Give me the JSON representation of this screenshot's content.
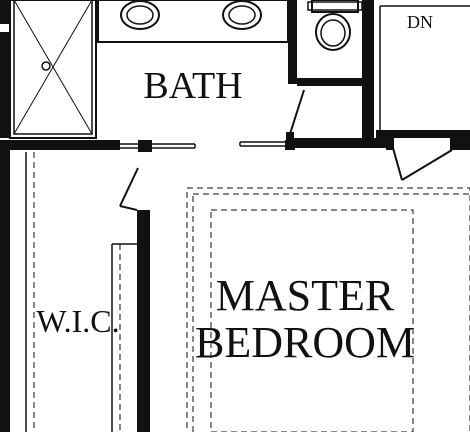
{
  "rooms": {
    "bath": "BATH",
    "wic": "W.I.C.",
    "master_line1": "MASTER",
    "master_line2": "BEDROOM"
  },
  "stair_label": "DN",
  "colors": {
    "wall": "#111111",
    "background": "#ffffff"
  }
}
